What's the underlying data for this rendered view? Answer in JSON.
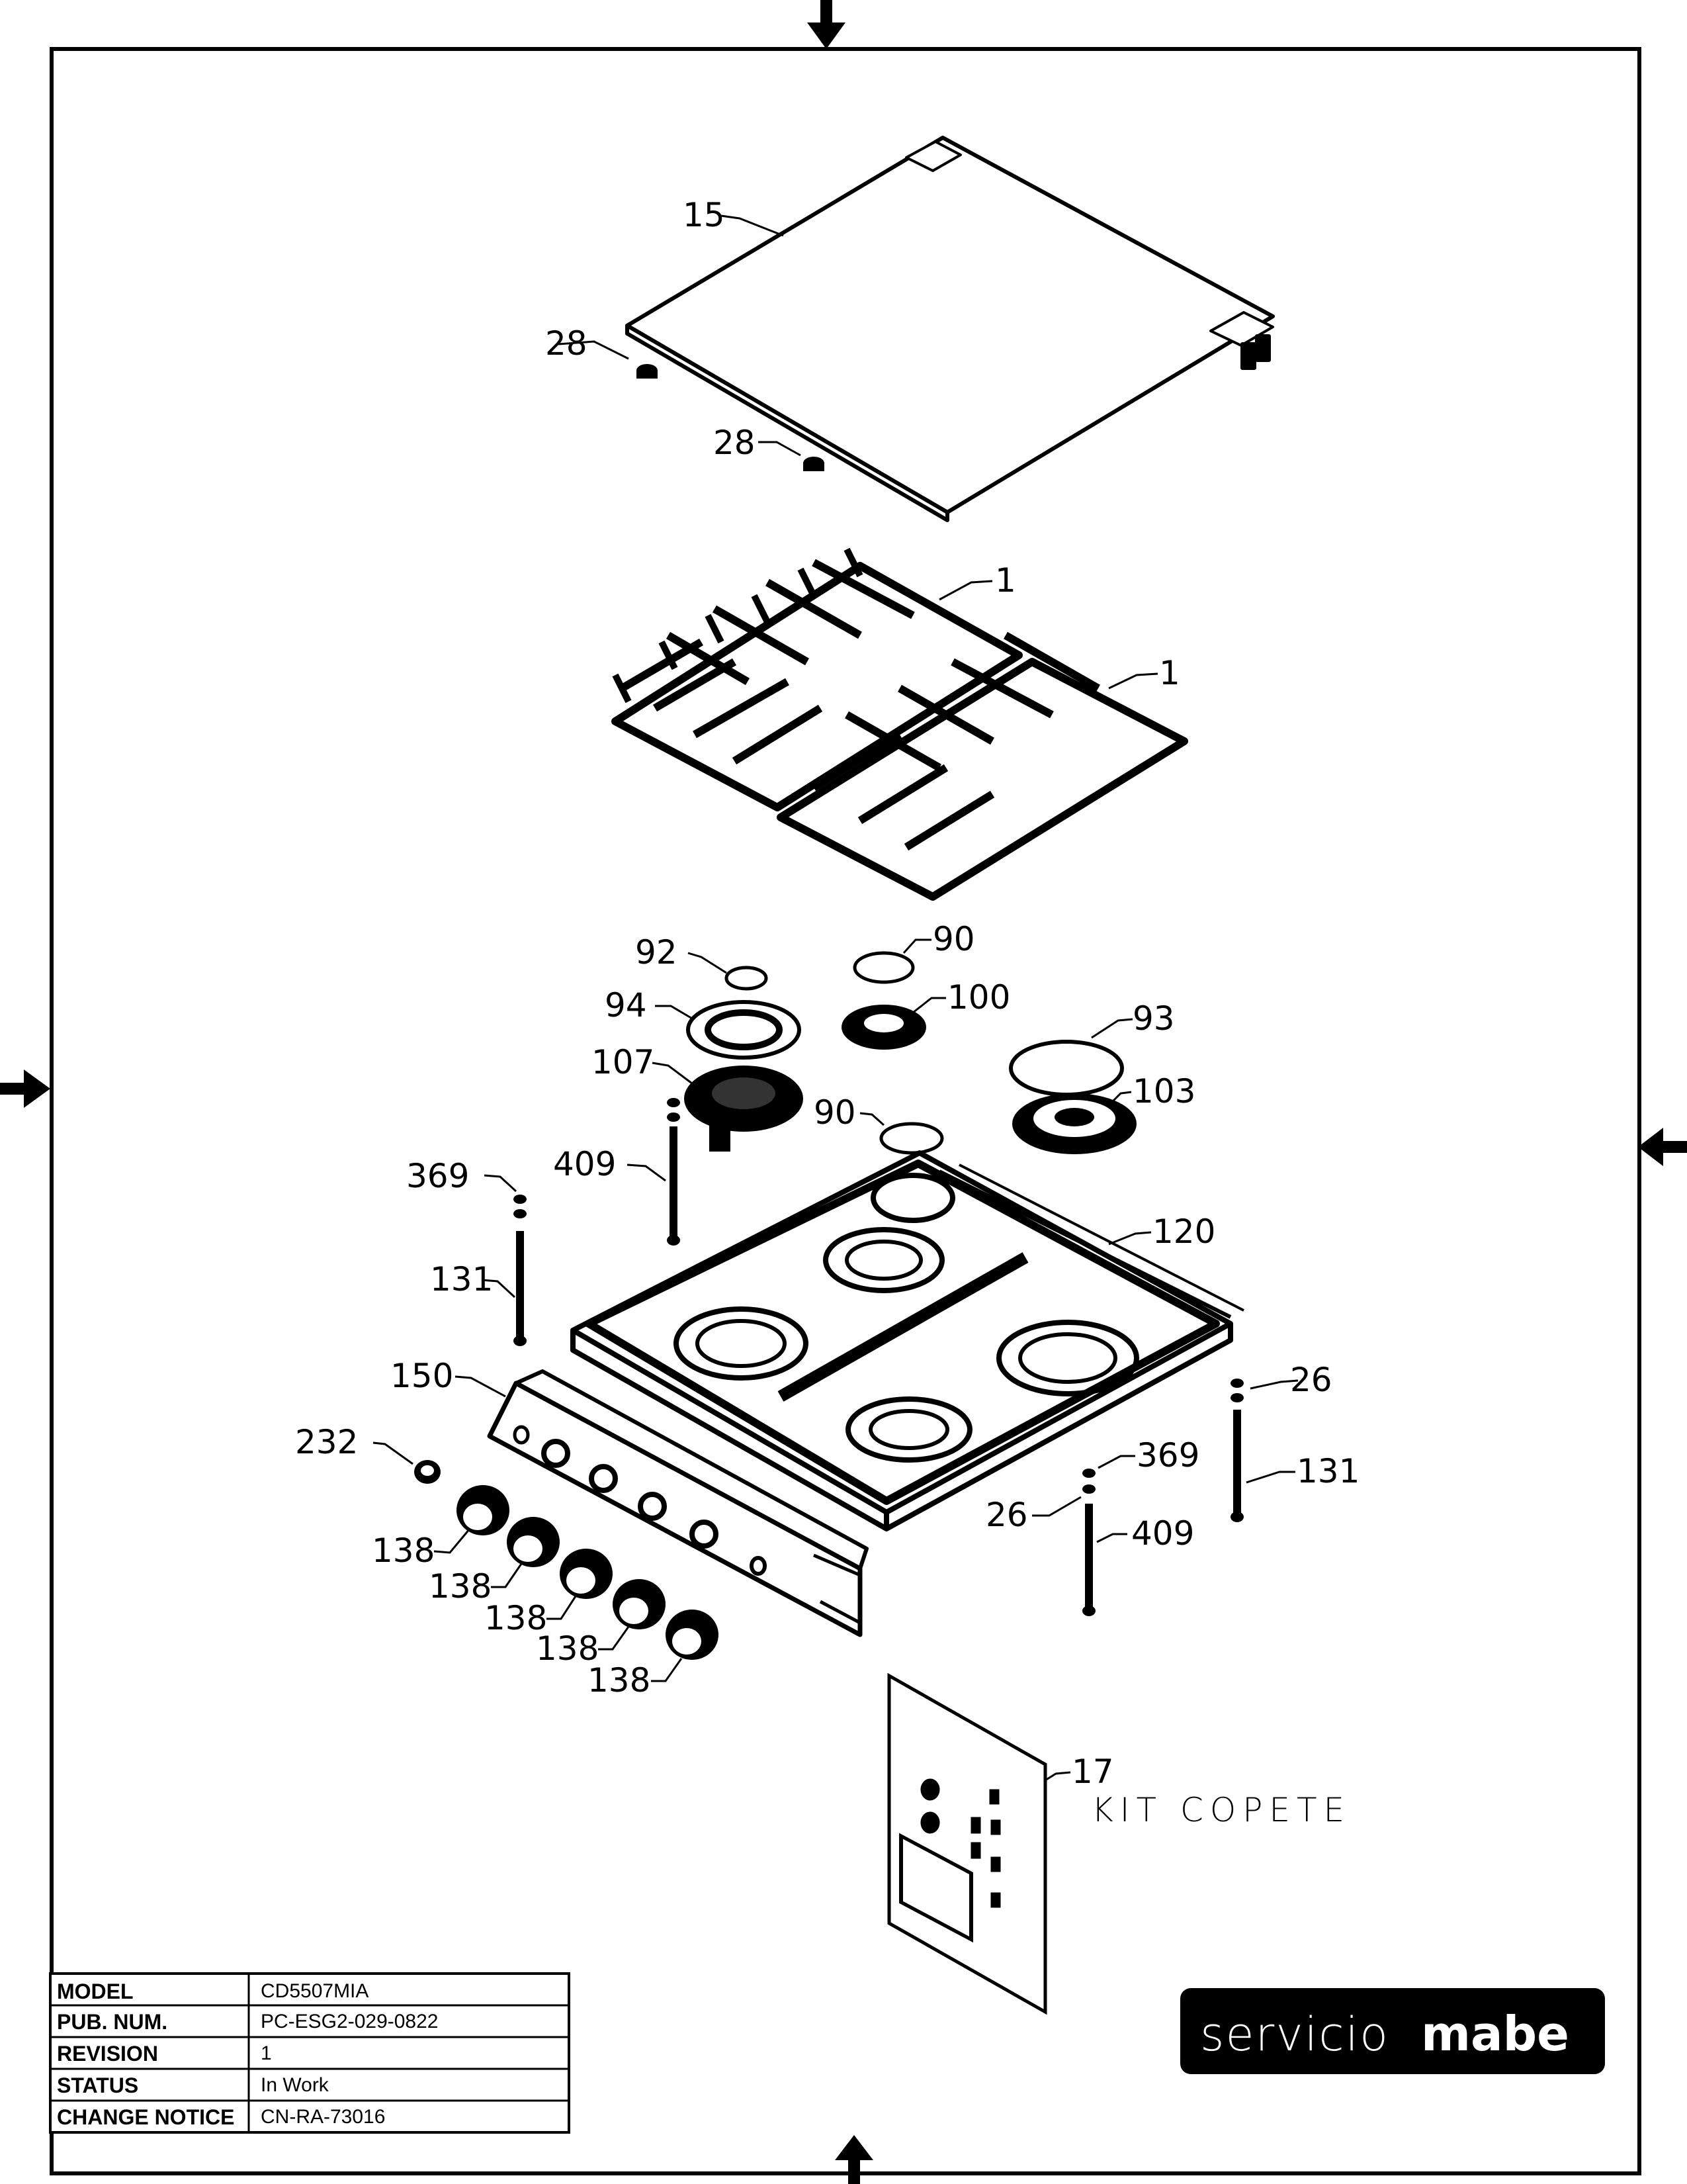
{
  "callouts": {
    "c15": "15",
    "c28a": "28",
    "c28b": "28",
    "c1a": "1",
    "c1b": "1",
    "c92": "92",
    "c90a": "90",
    "c94": "94",
    "c100": "100",
    "c93": "93",
    "c107": "107",
    "c103": "103",
    "c90b": "90",
    "c369a": "369",
    "c409a": "409",
    "c120": "120",
    "c131a": "131",
    "c150": "150",
    "c26a": "26",
    "c232": "232",
    "c369b": "369",
    "c131b": "131",
    "c26b": "26",
    "c409b": "409",
    "c138a": "138",
    "c138b": "138",
    "c138c": "138",
    "c138d": "138",
    "c138e": "138",
    "c17": "17",
    "kit": "KIT COPETE"
  },
  "title_block": {
    "rows": [
      {
        "label": "MODEL",
        "value": "CD5507MIA"
      },
      {
        "label": "PUB. NUM.",
        "value": "PC-ESG2-029-0822"
      },
      {
        "label": "REVISION",
        "value": "1"
      },
      {
        "label": "STATUS",
        "value": "In Work"
      },
      {
        "label": "CHANGE NOTICE",
        "value": "CN-RA-73016"
      }
    ]
  },
  "logo": {
    "part1": "servicio",
    "part2": "mabe"
  }
}
